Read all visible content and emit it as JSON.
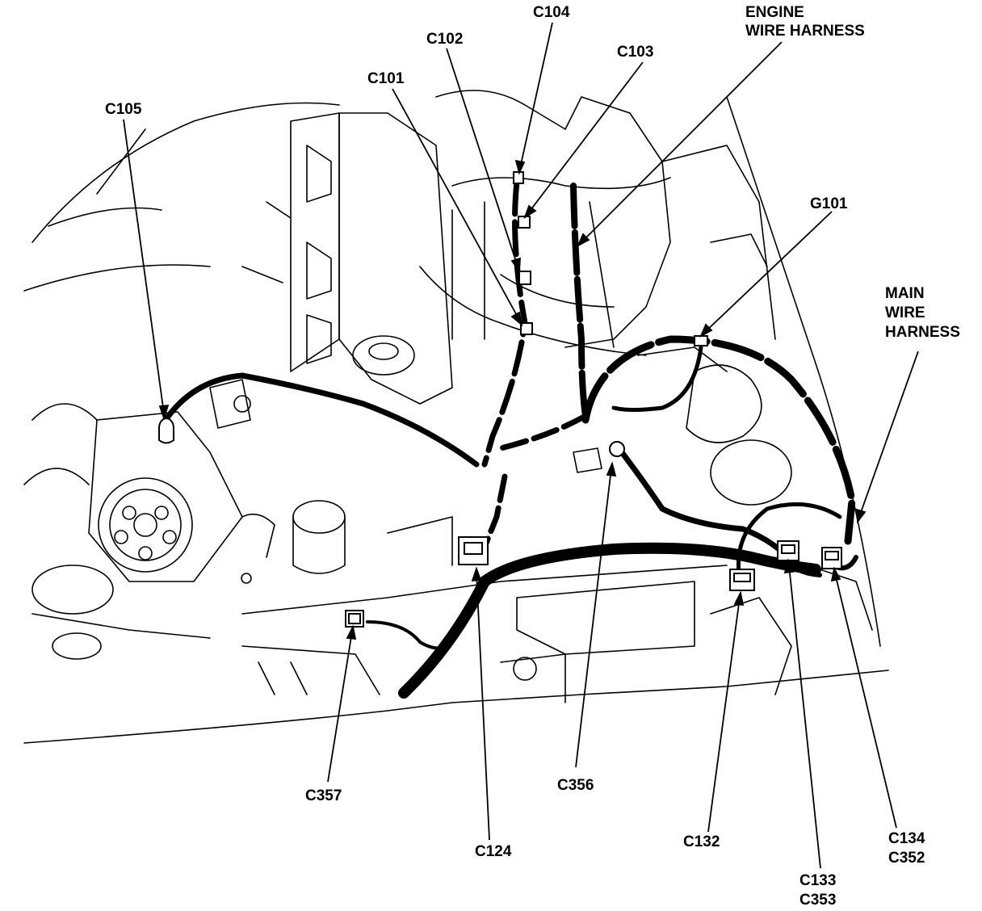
{
  "labels": {
    "c105": "C105",
    "c101": "C101",
    "c102": "C102",
    "c104": "C104",
    "c103": "C103",
    "engine_harness_line1": "ENGINE",
    "engine_harness_line2": "WIRE HARNESS",
    "g101": "G101",
    "main_harness_line1": "MAIN",
    "main_harness_line2": "WIRE",
    "main_harness_line3": "HARNESS",
    "c357": "C357",
    "c124": "C124",
    "c356": "C356",
    "c132": "C132",
    "c133_line1": "C133",
    "c133_line2": "C353",
    "c134_line1": "C134",
    "c134_line2": "C352"
  },
  "colors": {
    "ink": "#000000",
    "paper": "#ffffff"
  }
}
